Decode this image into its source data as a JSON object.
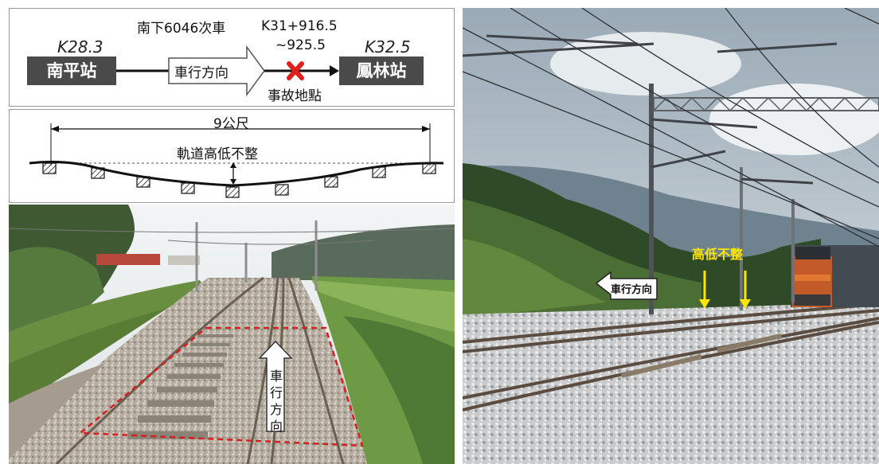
{
  "diagram_top": {
    "left_km": "K28.3",
    "left_station": "南平站",
    "train_label": "南下6046次車",
    "direction_label": "車行方向",
    "accident_km_line1": "K31+916.5",
    "accident_km_line2": "~925.5",
    "accident_label": "事故地點",
    "right_km": "K32.5",
    "right_station": "鳳林站"
  },
  "diagram_mid": {
    "span_label": "9公尺",
    "irregularity_label": "軌道高低不整"
  },
  "photo_left": {
    "direction_label": "車\n行\n方\n向"
  },
  "photo_right": {
    "direction_label": "車行方向",
    "irregularity_label": "高低不整"
  },
  "colors": {
    "station_box": "#4a4a4a",
    "accident_x": "#e0201c",
    "dashed_box": "#d81e1e",
    "arrow_yellow": "#ffe600"
  }
}
